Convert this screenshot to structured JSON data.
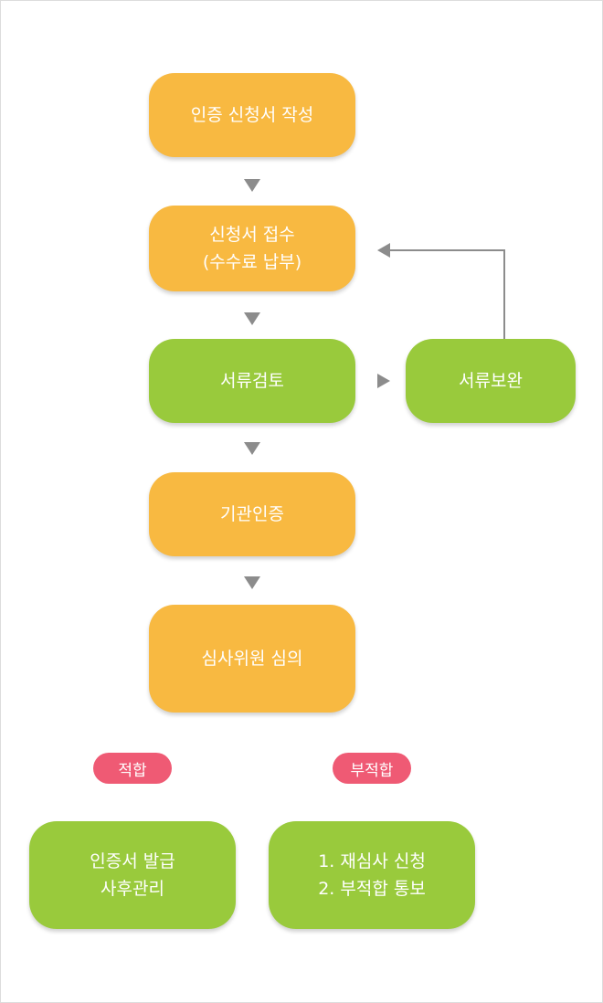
{
  "steps": {
    "write": {
      "label": "인증 신청서 작성"
    },
    "receipt": {
      "line1": "신청서 접수",
      "line2": "(수수료 납부)"
    },
    "review": {
      "label": "서류검토"
    },
    "supplement": {
      "label": "서류보완"
    },
    "agency": {
      "label": "기관인증"
    },
    "committee": {
      "label": "심사위원 심의"
    },
    "pass_result": {
      "line1": "인증서 발급",
      "line2": "사후관리"
    },
    "fail_result": {
      "line1": "1. 재심사 신청",
      "line2": "2. 부적합 통보"
    }
  },
  "badges": {
    "pass": "적합",
    "fail": "부적합"
  },
  "colors": {
    "orange": "#f8b941",
    "green": "#99ca3c",
    "badge": "#ef5a74",
    "arrow": "#8c8c8c"
  }
}
